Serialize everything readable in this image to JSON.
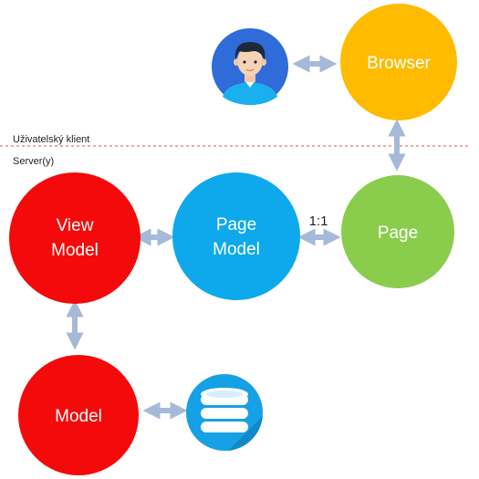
{
  "zones": {
    "client_label": "Uživatelský klient",
    "server_label": "Server(y)"
  },
  "nodes": {
    "browser": {
      "label": "Browser",
      "color": "#FFBB00"
    },
    "page": {
      "label": "Page",
      "color": "#8ACC4C"
    },
    "page_model": {
      "label_line1": "Page",
      "label_line2": "Model",
      "color": "#0DA9EC"
    },
    "view_model": {
      "label_line1": "View",
      "label_line2": "Model",
      "color": "#F40A0A"
    },
    "model": {
      "label": "Model",
      "color": "#F40A0A"
    }
  },
  "icons": {
    "user": {
      "name": "user-avatar-icon",
      "background": "#2F6BD9"
    },
    "database": {
      "name": "database-icon",
      "background": "#16A0E6"
    }
  },
  "connectors": {
    "page_to_page_model_label": "1:1",
    "arrow_color": "#A6B9D8",
    "divider_color": "#D9534F"
  }
}
